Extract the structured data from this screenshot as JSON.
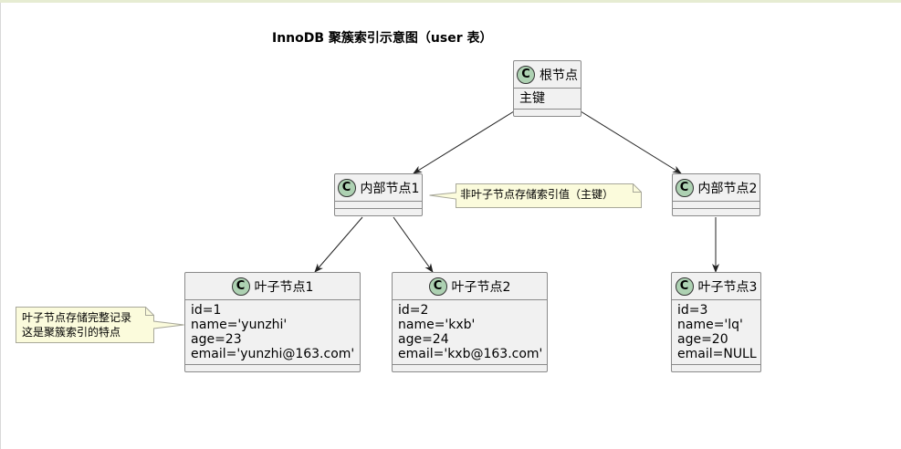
{
  "title": "InnoDB 聚簇索引示意图（user 表）",
  "badge_letter": "C",
  "nodes": {
    "root": {
      "name": "根节点",
      "fields": [
        "主键"
      ]
    },
    "internal1": {
      "name": "内部节点1",
      "fields": []
    },
    "internal2": {
      "name": "内部节点2",
      "fields": []
    },
    "leaf1": {
      "name": "叶子节点1",
      "fields": [
        "id=1",
        "name='yunzhi'",
        "age=23",
        "email='yunzhi@163.com'"
      ]
    },
    "leaf2": {
      "name": "叶子节点2",
      "fields": [
        "id=2",
        "name='kxb'",
        "age=24",
        "email='kxb@163.com'"
      ]
    },
    "leaf3": {
      "name": "叶子节点3",
      "fields": [
        "id=3",
        "name='lq'",
        "age=20",
        "email=NULL"
      ]
    }
  },
  "notes": {
    "internal_note": [
      "非叶子节点存储索引值（主键）"
    ],
    "leaf_note": [
      "叶子节点存储完整记录",
      "这是聚簇索引的特点"
    ]
  },
  "colors": {
    "class_bg": "#f1f1f1",
    "class_border": "#8a8a8a",
    "badge": "#add1b2",
    "note_bg": "#fbfbdc",
    "note_border": "#a8a89a",
    "arrow": "#222222"
  }
}
